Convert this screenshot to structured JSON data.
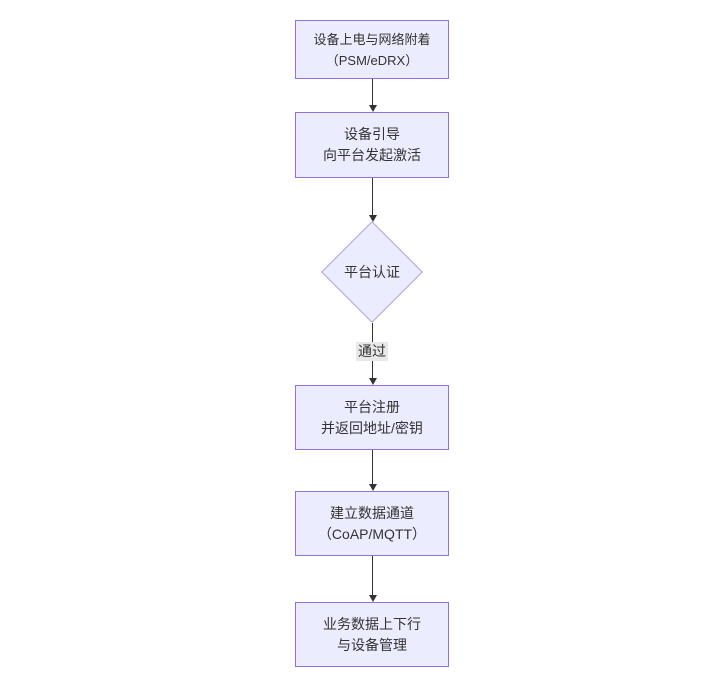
{
  "diagram": {
    "type": "flowchart-top-down",
    "colors": {
      "background": "#ffffff",
      "node_fill": "#ECECFF",
      "node_border": "#9370DB",
      "diamond_border": "#b39ddb",
      "arrow": "#333333",
      "text": "#333333",
      "edge_label_bg": "#e8e8e8"
    },
    "nodes": [
      {
        "id": "power-attach",
        "type": "rect",
        "lines": [
          "设备上电与网络附着",
          "（PSM/eDRX）"
        ]
      },
      {
        "id": "bootstrap-activate",
        "type": "rect",
        "lines": [
          "设备引导",
          "向平台发起激活"
        ]
      },
      {
        "id": "platform-auth",
        "type": "diamond",
        "lines": [
          "平台认证"
        ]
      },
      {
        "id": "platform-register",
        "type": "rect",
        "lines": [
          "平台注册",
          "并返回地址/密钥"
        ]
      },
      {
        "id": "data-channel",
        "type": "rect",
        "lines": [
          "建立数据通道",
          "（CoAP/MQTT）"
        ]
      },
      {
        "id": "business-data",
        "type": "rect",
        "lines": [
          "业务数据上下行",
          "与设备管理"
        ]
      }
    ],
    "edges": [
      {
        "from": "power-attach",
        "to": "bootstrap-activate",
        "label": ""
      },
      {
        "from": "bootstrap-activate",
        "to": "platform-auth",
        "label": ""
      },
      {
        "from": "platform-auth",
        "to": "platform-register",
        "label": "通过"
      },
      {
        "from": "platform-register",
        "to": "data-channel",
        "label": ""
      },
      {
        "from": "data-channel",
        "to": "business-data",
        "label": ""
      }
    ]
  }
}
